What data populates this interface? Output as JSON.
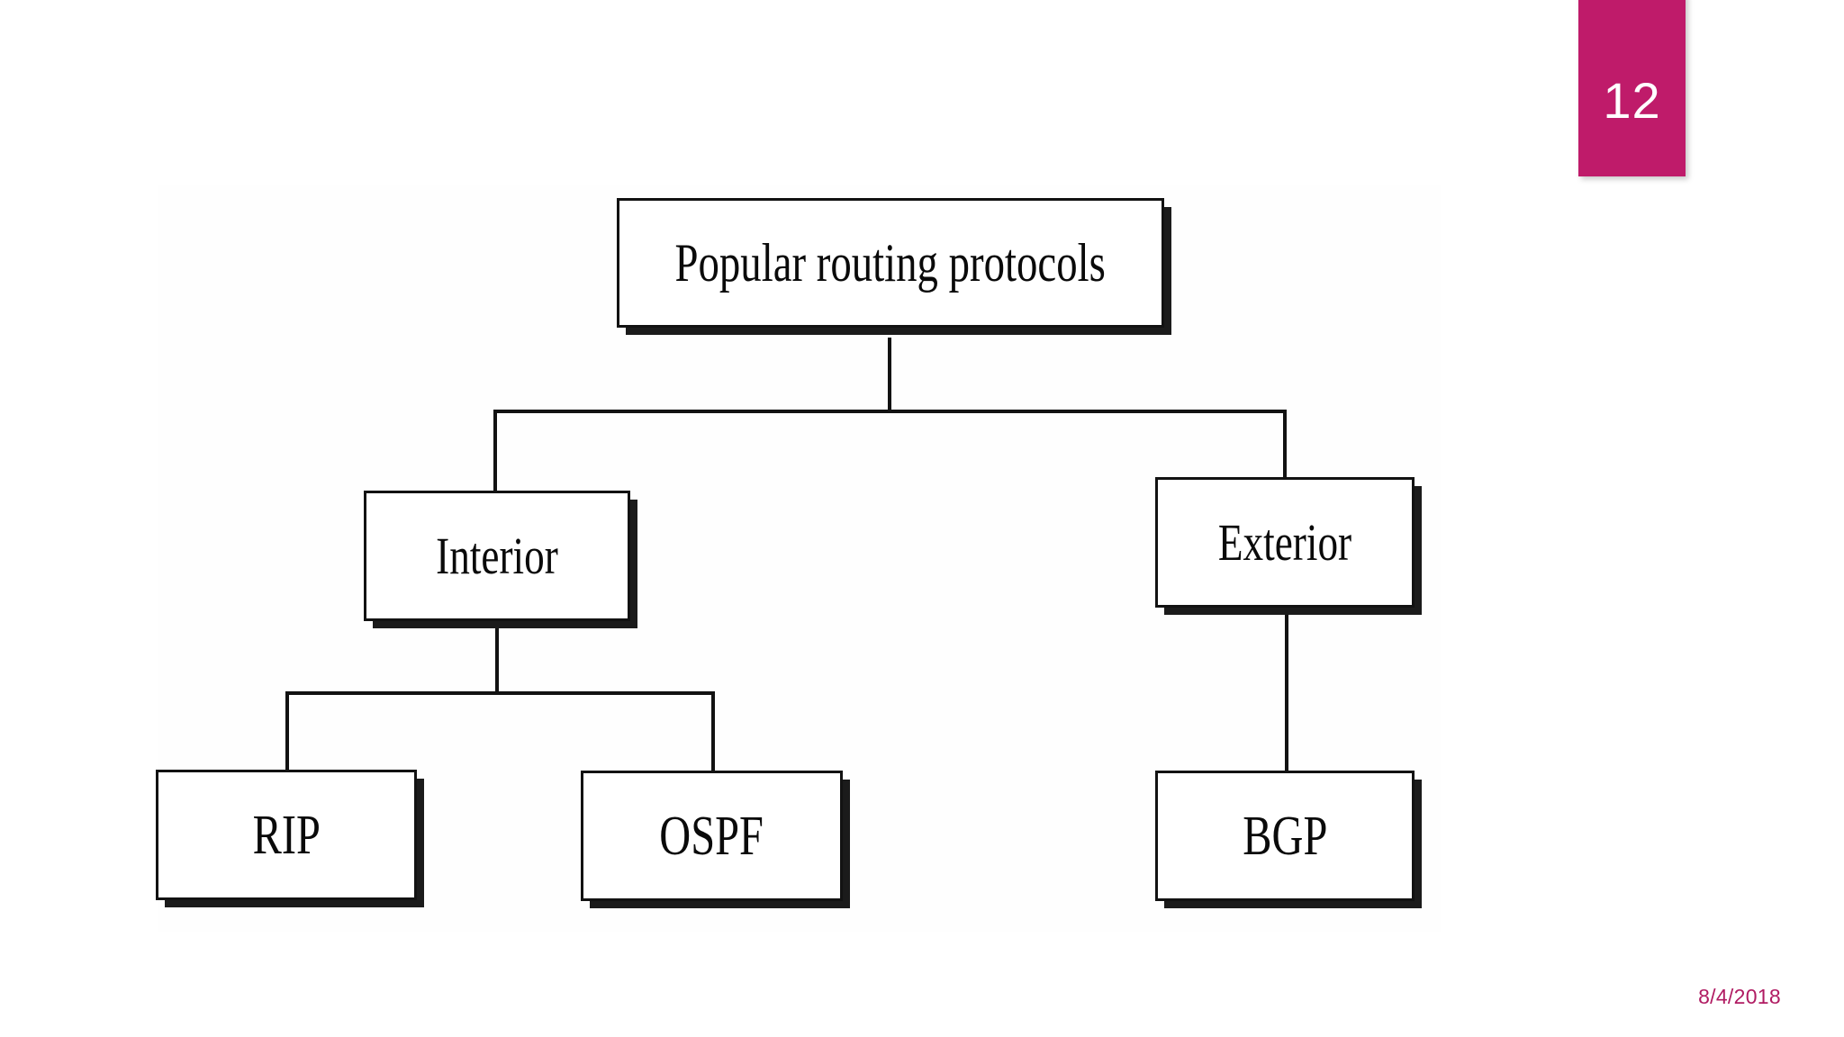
{
  "slide": {
    "page_number": "12",
    "footer_date": "8/4/2018",
    "accent_color": "#bf1b6a",
    "footer_color": "#b01b62"
  },
  "diagram": {
    "type": "tree",
    "title": "Popular routing protocols",
    "nodes": [
      {
        "id": "root",
        "label": "Popular routing protocols",
        "level": 0
      },
      {
        "id": "interior",
        "label": "Interior",
        "level": 1
      },
      {
        "id": "exterior",
        "label": "Exterior",
        "level": 1
      },
      {
        "id": "rip",
        "label": "RIP",
        "level": 2
      },
      {
        "id": "ospf",
        "label": "OSPF",
        "level": 2
      },
      {
        "id": "bgp",
        "label": "BGP",
        "level": 2
      }
    ],
    "edges": [
      {
        "from": "root",
        "to": "interior"
      },
      {
        "from": "root",
        "to": "exterior"
      },
      {
        "from": "interior",
        "to": "rip"
      },
      {
        "from": "interior",
        "to": "ospf"
      },
      {
        "from": "exterior",
        "to": "bgp"
      }
    ]
  }
}
